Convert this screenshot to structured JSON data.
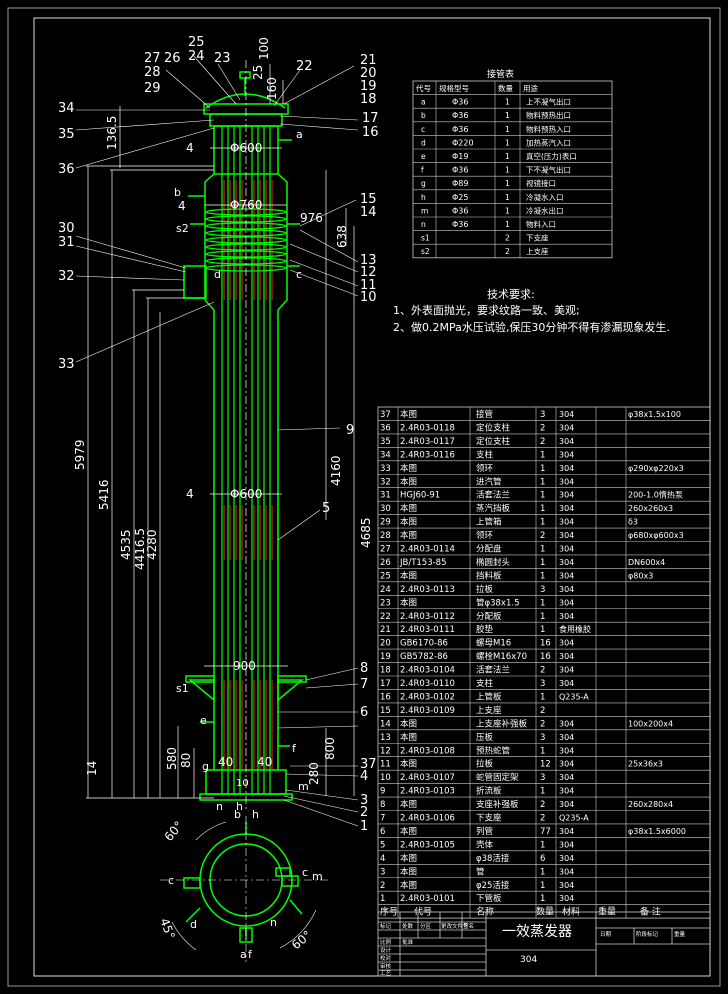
{
  "title_block": {
    "drawing_name": "一效蒸发器",
    "material": "304",
    "small_labels": [
      "标记",
      "处数",
      "分区",
      "更改文件号",
      "签名",
      "日期",
      "阶段标记",
      "重量",
      "比例",
      "设计",
      "校对",
      "审核",
      "工艺",
      "批准"
    ]
  },
  "nozzle_table": {
    "title": "接管表",
    "headers": [
      "代号",
      "规格型号",
      "数量",
      "用途"
    ],
    "rows": [
      {
        "code": "a",
        "spec": "Φ36",
        "qty": "1",
        "use": "上不凝气出口"
      },
      {
        "code": "b",
        "spec": "Φ36",
        "qty": "1",
        "use": "物料预热出口"
      },
      {
        "code": "c",
        "spec": "Φ36",
        "qty": "1",
        "use": "物料预热入口"
      },
      {
        "code": "d",
        "spec": "Φ220",
        "qty": "1",
        "use": "加热蒸汽入口"
      },
      {
        "code": "e",
        "spec": "Φ19",
        "qty": "1",
        "use": "真空(压力)表口"
      },
      {
        "code": "f",
        "spec": "Φ36",
        "qty": "1",
        "use": "下不凝气出口"
      },
      {
        "code": "g",
        "spec": "Φ89",
        "qty": "1",
        "use": "视镜接口"
      },
      {
        "code": "h",
        "spec": "Φ25",
        "qty": "1",
        "use": "冷凝水入口"
      },
      {
        "code": "m",
        "spec": "Φ36",
        "qty": "1",
        "use": "冷凝水出口"
      },
      {
        "code": "n",
        "spec": "Φ36",
        "qty": "1",
        "use": "物料入口"
      },
      {
        "code": "s1",
        "spec": "",
        "qty": "2",
        "use": "下支座"
      },
      {
        "code": "s2",
        "spec": "",
        "qty": "2",
        "use": "上支座"
      }
    ]
  },
  "tech_req": {
    "title": "技术要求:",
    "items": [
      "1、外表面抛光，要求纹路一致、美观;",
      "2、做0.2MPa水压试验,保压30分钟不得有渗漏现象发生."
    ]
  },
  "bom": {
    "headers": [
      "序号",
      "代号",
      "名称",
      "数量",
      "材料",
      "重量",
      "备 注"
    ],
    "rows": [
      [
        "37",
        "本图",
        "接管",
        "3",
        "304",
        "",
        "φ38x1.5x100"
      ],
      [
        "36",
        "2.4R03-0118",
        "定位支柱",
        "2",
        "304",
        "",
        ""
      ],
      [
        "35",
        "2.4R03-0117",
        "定位支柱",
        "2",
        "304",
        "",
        ""
      ],
      [
        "34",
        "2.4R03-0116",
        "支柱",
        "1",
        "304",
        "",
        ""
      ],
      [
        "33",
        "本图",
        "领环",
        "1",
        "304",
        "",
        "φ290xφ220x3"
      ],
      [
        "32",
        "本图",
        "进汽管",
        "1",
        "304",
        "",
        ""
      ],
      [
        "31",
        "HGJ60-91",
        "活套法兰",
        "1",
        "304",
        "",
        "200-1.0惰热泵"
      ],
      [
        "30",
        "本图",
        "蒸汽挡板",
        "1",
        "304",
        "",
        "260x260x3"
      ],
      [
        "29",
        "本图",
        "上管箱",
        "1",
        "304",
        "",
        "δ3"
      ],
      [
        "28",
        "本图",
        "领环",
        "2",
        "304",
        "",
        "φ680xφ600x3"
      ],
      [
        "27",
        "2.4R03-0114",
        "分配盘",
        "1",
        "304",
        "",
        ""
      ],
      [
        "26",
        "JB/T153-85",
        "椭圆封头",
        "1",
        "304",
        "",
        "DN600x4"
      ],
      [
        "25",
        "本图",
        "挡料板",
        "1",
        "304",
        "",
        "φ80x3"
      ],
      [
        "24",
        "2.4R03-0113",
        "拉板",
        "3",
        "304",
        "",
        ""
      ],
      [
        "23",
        "本图",
        "管φ38x1.5",
        "1",
        "304",
        "",
        ""
      ],
      [
        "22",
        "2.4R03-0112",
        "分配板",
        "1",
        "304",
        "",
        ""
      ],
      [
        "21",
        "2.4R03-0111",
        "胶垫",
        "1",
        "食用橡胶",
        "",
        ""
      ],
      [
        "20",
        "GB6170-86",
        "螺母M16",
        "16",
        "304",
        "",
        ""
      ],
      [
        "19",
        "GB5782-86",
        "螺栓M16x70",
        "16",
        "304",
        "",
        ""
      ],
      [
        "18",
        "2.4R03-0104",
        "活套法兰",
        "2",
        "304",
        "",
        ""
      ],
      [
        "17",
        "2.4R03-0110",
        "支柱",
        "3",
        "304",
        "",
        ""
      ],
      [
        "16",
        "2.4R03-0102",
        "上管板",
        "1",
        "Q235-A",
        "",
        ""
      ],
      [
        "15",
        "2.4R03-0109",
        "上支座",
        "2",
        "",
        "",
        ""
      ],
      [
        "14",
        "本图",
        "上支座补强板",
        "2",
        "304",
        "",
        "100x200x4"
      ],
      [
        "13",
        "本图",
        "压板",
        "3",
        "304",
        "",
        ""
      ],
      [
        "12",
        "2.4R03-0108",
        "预热蛇管",
        "1",
        "304",
        "",
        ""
      ],
      [
        "11",
        "本图",
        "拉板",
        "12",
        "304",
        "",
        "25x36x3"
      ],
      [
        "10",
        "2.4R03-0107",
        "蛇管固定架",
        "3",
        "304",
        "",
        ""
      ],
      [
        "9",
        "2.4R03-0103",
        "折流板",
        "1",
        "304",
        "",
        ""
      ],
      [
        "8",
        "本图",
        "支座补强板",
        "2",
        "304",
        "",
        "260x280x4"
      ],
      [
        "7",
        "2.4R03-0106",
        "下支座",
        "2",
        "Q235-A",
        "",
        ""
      ],
      [
        "6",
        "本图",
        "列管",
        "77",
        "304",
        "",
        "φ38x1.5x6000"
      ],
      [
        "5",
        "2.4R03-0105",
        "壳体",
        "1",
        "304",
        "",
        ""
      ],
      [
        "4",
        "本图",
        "φ38活接",
        "6",
        "304",
        "",
        ""
      ],
      [
        "3",
        "本图",
        "管",
        "1",
        "304",
        "",
        ""
      ],
      [
        "2",
        "本图",
        "φ25活接",
        "1",
        "304",
        "",
        ""
      ],
      [
        "1",
        "2.4R03-0101",
        "下管板",
        "1",
        "304",
        "",
        ""
      ]
    ]
  },
  "dims": {
    "d_top": "Φ600",
    "d_coil": "Φ760",
    "d_mid": "Φ600",
    "d_bot": "900",
    "left": [
      "5979",
      "5416",
      "4535",
      "4416.5",
      "4280",
      "580",
      "80",
      "14",
      "136.5"
    ],
    "right": [
      "4160",
      "4685",
      "976",
      "638",
      "800",
      "280",
      "100",
      "25",
      "160"
    ],
    "four": "4",
    "forty": "40",
    "ten": "10",
    "angles": [
      "60°",
      "45°",
      "60°"
    ]
  },
  "callouts": {
    "left": [
      "25",
      "24",
      "23",
      "27",
      "26",
      "28",
      "29",
      "34",
      "35",
      "36",
      "30",
      "31",
      "32",
      "33"
    ],
    "right": [
      "21",
      "20",
      "19",
      "18",
      "22",
      "17",
      "16",
      "15",
      "14",
      "13",
      "12",
      "11",
      "10",
      "9",
      "5",
      "8",
      "7",
      "6",
      "37",
      "4",
      "3",
      "2",
      "1"
    ]
  },
  "nozzle_letters": [
    "a",
    "b",
    "c",
    "d",
    "e",
    "f",
    "g",
    "h",
    "m",
    "n",
    "s1",
    "s2"
  ],
  "colors": {
    "line": "#00ff00",
    "white": "#ffffff",
    "red": "#ff2a2a",
    "border": "#cccccc"
  }
}
